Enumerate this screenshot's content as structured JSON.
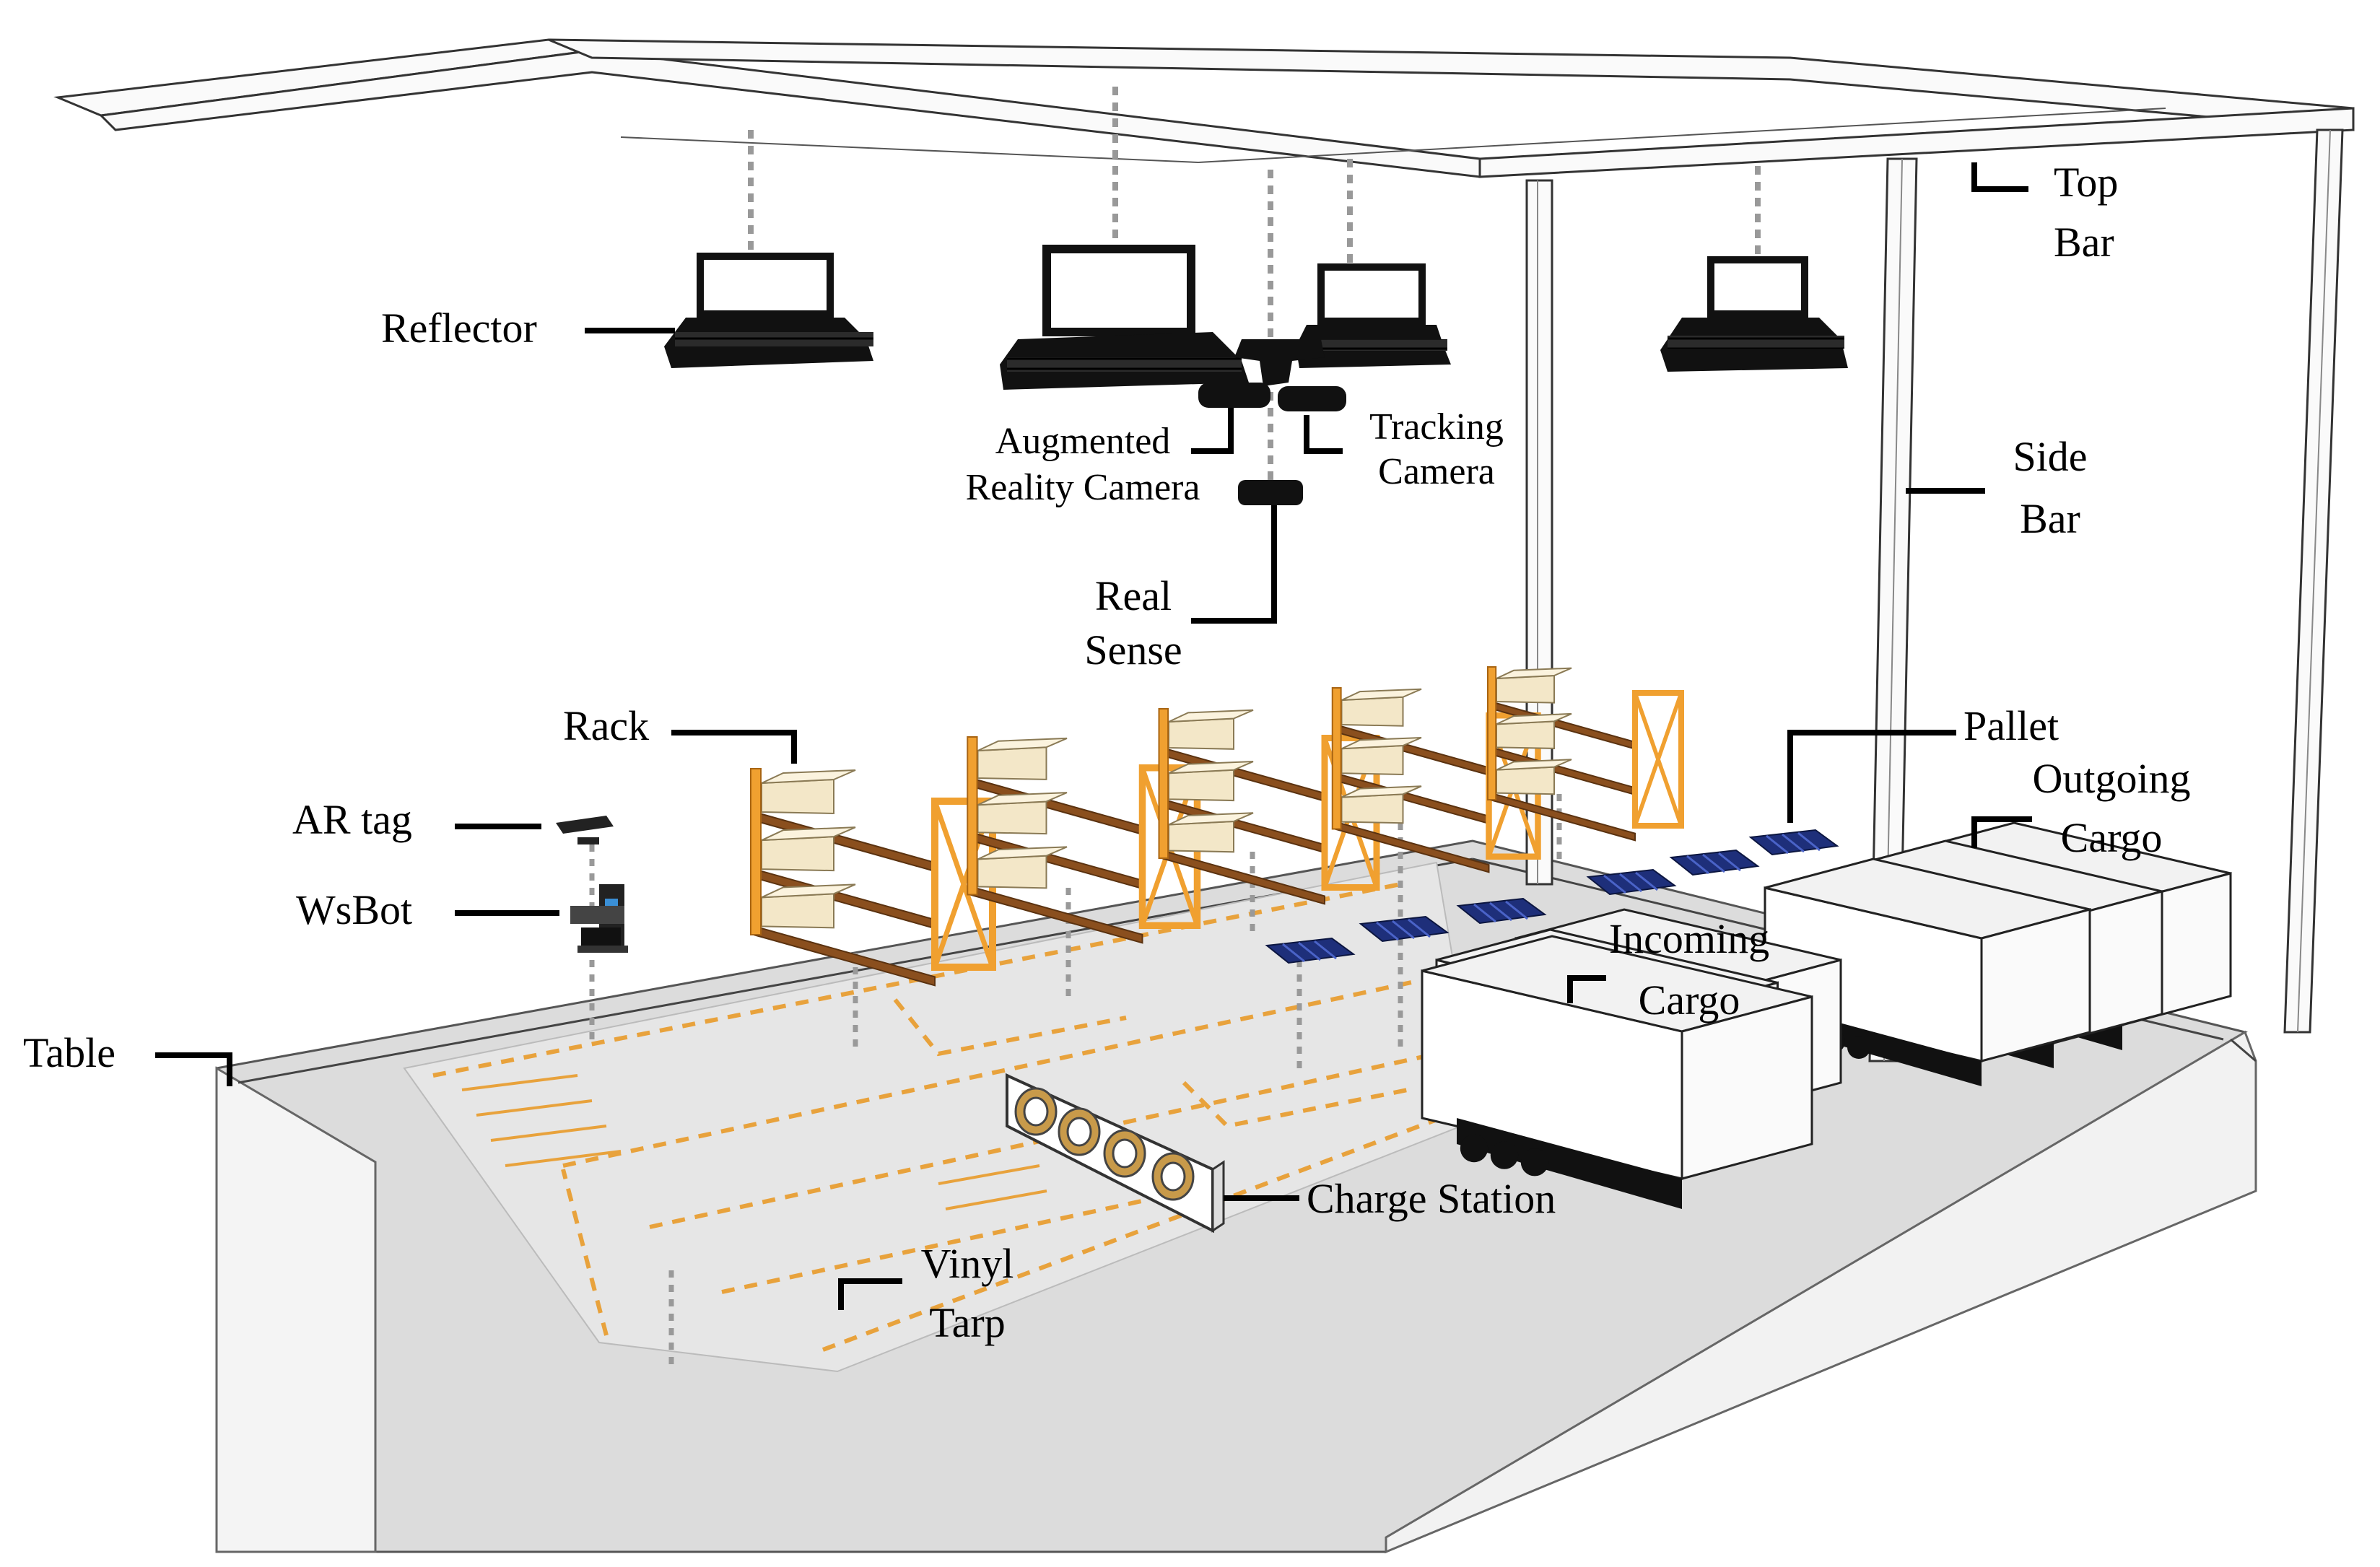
{
  "labels": {
    "top_bar": [
      "Top",
      "Bar"
    ],
    "reflector": "Reflector",
    "ar_camera": [
      "Augmented",
      "Reality Camera"
    ],
    "tracking_camera": [
      "Tracking",
      "Camera"
    ],
    "real_sense": [
      "Real",
      "Sense"
    ],
    "side_bar": [
      "Side",
      "Bar"
    ],
    "rack": "Rack",
    "pallet": "Pallet",
    "outgoing_cargo": [
      "Outgoing",
      "Cargo"
    ],
    "ar_tag": "AR tag",
    "wsbot": "WsBot",
    "incoming_cargo": [
      "Incoming",
      "Cargo"
    ],
    "table": "Table",
    "charge_station": "Charge Station",
    "vinyl_tarp": [
      "Vinyl",
      "Tarp"
    ]
  },
  "colors": {
    "floor": "#dcdcdc",
    "tarp": "#e6e6e6",
    "route_marking": "#e8a23c",
    "rack_frame": "#f0a030",
    "rack_shelf": "#8a4f1e",
    "cargo_box": "#f3e7c8",
    "pallet": "#1e2f7a",
    "fixture": "#111111",
    "leader_line": "#000000"
  },
  "icons": {
    "reflector": "reflector-lamp-icon",
    "camera": "camera-icon",
    "rack": "shelf-rack-icon",
    "pallet": "pallet-icon",
    "trailer": "cargo-trailer-icon",
    "robot": "wsbot-robot-icon",
    "charger": "charge-station-icon"
  }
}
